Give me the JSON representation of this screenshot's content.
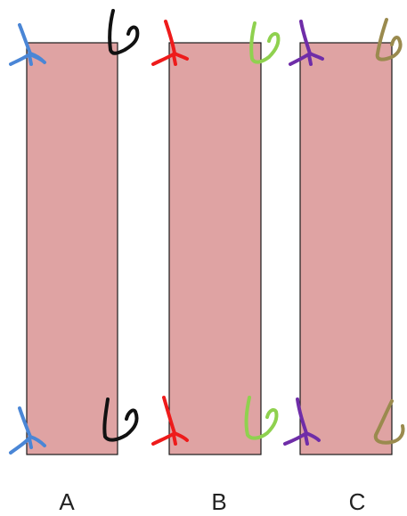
{
  "colors": {
    "strip_fill": "#dfa3a3",
    "strip_stroke": "#1a1a1a",
    "background": "#ffffff"
  },
  "strips": [
    {
      "label": "A",
      "left_mark_color": "#4a86d6",
      "right_mark_color": "#111111"
    },
    {
      "label": "B",
      "left_mark_color": "#ee1b1b",
      "right_mark_color": "#8fd14f"
    },
    {
      "label": "C",
      "left_mark_color": "#6f2da8",
      "right_mark_color": "#9a8a4e"
    }
  ]
}
